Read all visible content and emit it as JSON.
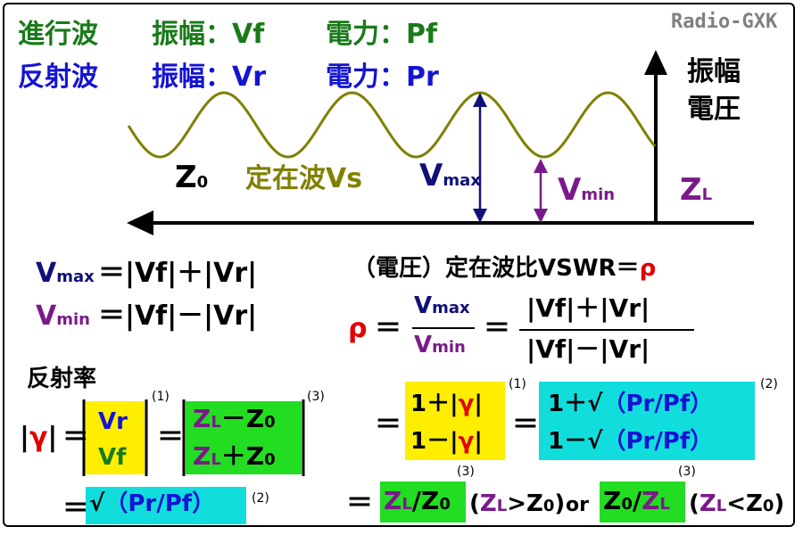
{
  "brand": "Radio-GXK",
  "legend": {
    "forward_label": "進行波",
    "forward_amp": "振幅：Vf",
    "forward_pow": "電力：Pf",
    "reflected_label": "反射波",
    "reflected_amp": "振幅：Vr",
    "reflected_pow": "電力：Pr"
  },
  "axis_label_line1": "振幅",
  "axis_label_line2": "電圧",
  "wave": {
    "z0_main": "Z",
    "z0_sub": "0",
    "standing_wave": "定在波Vs",
    "vmax_main": "V",
    "vmax_sub": "max",
    "vmin_main": "V",
    "vmin_sub": "min",
    "zl_main": "Z",
    "zl_sub": "L"
  },
  "formulas": {
    "vmax_rhs": "＝|Vf|＋|Vr|",
    "vmin_rhs": "＝|Vf|－|Vr|",
    "vswr_title": "（電圧）定在波比VSWR＝",
    "rho": "ρ",
    "eq": "＝",
    "abs_vf_plus_vr": "|Vf|＋|Vr|",
    "abs_vf_minus_vr": "|Vf|－|Vr|",
    "reflection_title": "反射率",
    "gamma": "γ",
    "vr": "Vr",
    "vf": "Vf",
    "zl_minus_z0": "Z_L－Z_0",
    "zl_plus_z0": "Z_L＋Z_0",
    "sqrt_pr_pf": "√（Pr/Pf）",
    "one_plus": "1＋",
    "one_minus": "1－",
    "sqrt": "√",
    "pr_pf": "（Pr/Pf）",
    "ref1": "(1)",
    "ref2": "(2)",
    "ref3": "(3)",
    "zl_over_z0": "Z_L/Z_0",
    "cond1": "(Z_L>Z_0)",
    "or": "or",
    "z0_over_zl": "Z_0/Z_L",
    "cond2": "(Z_L<Z_0)"
  },
  "colors": {
    "forward": "#1a7a1a",
    "reflected": "#1414d2",
    "wave": "#808000",
    "vmax": "#10107a",
    "vmin": "#7a1a8a",
    "yellow_box": "#ffee00",
    "green_box": "#22dd22",
    "cyan_box": "#11dddd"
  }
}
